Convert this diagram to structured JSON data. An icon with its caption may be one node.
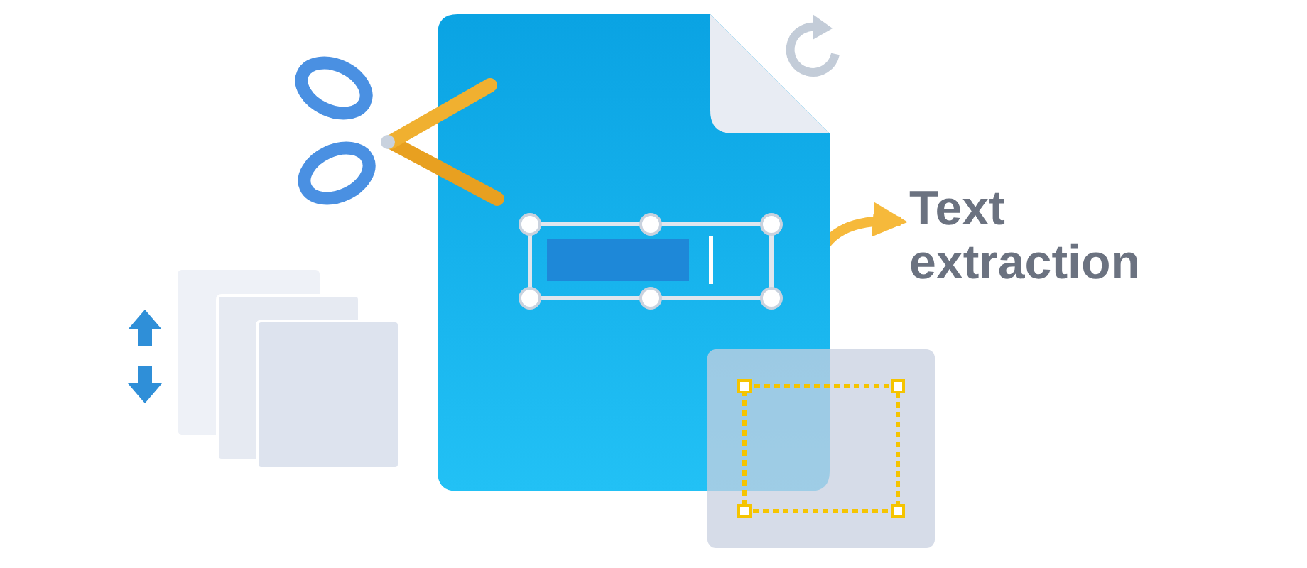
{
  "diagram": {
    "nodes": [
      {
        "text": [],
        "shape": "picture"
      },
      {
        "text": [
          "Text extraction"
        ]
      }
    ],
    "edges": [
      {
        "from": 0,
        "to": 1,
        "arrow": "to"
      }
    ]
  }
}
